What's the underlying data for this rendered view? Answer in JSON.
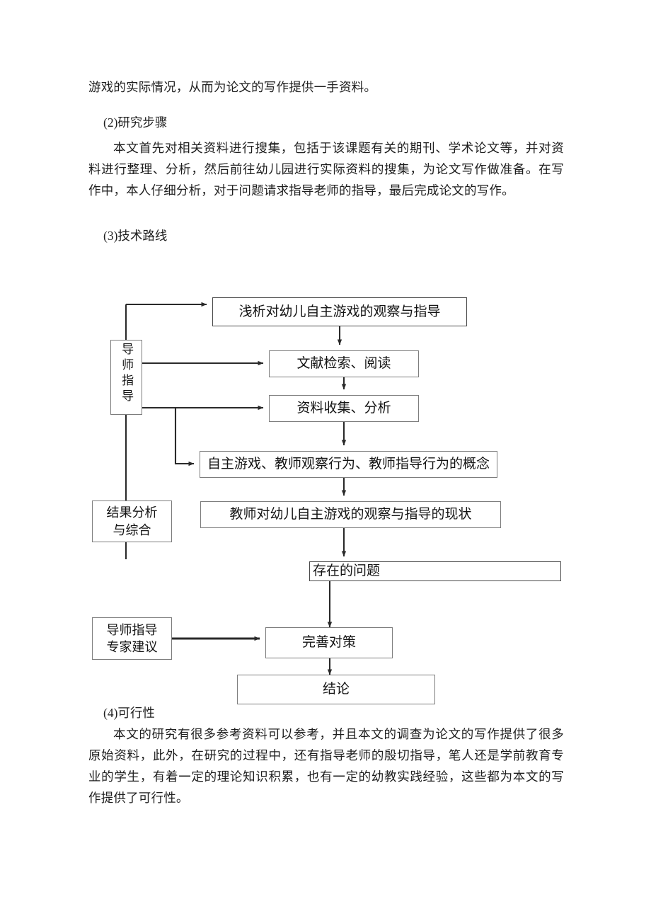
{
  "document": {
    "paragraphs": [
      {
        "id": "p-intro",
        "text": "游戏的实际情况，从而为论文的写作提供一手资料。"
      },
      {
        "id": "p-step-heading",
        "text": "(2)研究步骤"
      },
      {
        "id": "p-step-body",
        "text": "本文首先对相关资料进行搜集，包括于该课题有关的期刊、学术论文等，并对资料进行整理、分析，然后前往幼儿园进行实际资料的搜集，为论文写作做准备。在写作中，本人仔细分析，对于问题请求指导老师的指导，最后完成论文的写作。"
      },
      {
        "id": "p-route-heading",
        "text": "(3)技术路线"
      },
      {
        "id": "p-feasibility-heading",
        "text": "(4)可行性"
      },
      {
        "id": "p-feasibility-body",
        "text": "本文的研究有很多参考资料可以参考，并且本文的调查为论文的写作提供了很多原始资料，此外，在研究的过程中，还有指导老师的殷切指导，笔人还是学前教育专业的学生，有着一定的理论知识积累，也有一定的幼教实践经验，这些都为本文的写作提供了可行性。"
      }
    ]
  },
  "flowchart": {
    "title": "技术路线",
    "nodes": {
      "topic": "浅析对幼儿自主游戏的观察与指导",
      "literature": "文献检索、阅读",
      "data_collection": "资料收集、分析",
      "concepts": "自主游戏、教师观察行为、教师指导行为的概念",
      "status_quo": "教师对幼儿自主游戏的观察与指导的现状",
      "problems": "存在的问题",
      "countermeasures": "完善对策",
      "conclusion": "结论",
      "advisor_guidance": "导师指导",
      "result_analysis_line1": "结果分析",
      "result_analysis_line2": "与综合",
      "advisor_expert_line1": "导师指导",
      "advisor_expert_line2": "专家建议"
    },
    "colors": {
      "box_border": "#7d7d7d",
      "connector": "#2a2a2a",
      "background": "#ffffff"
    }
  }
}
